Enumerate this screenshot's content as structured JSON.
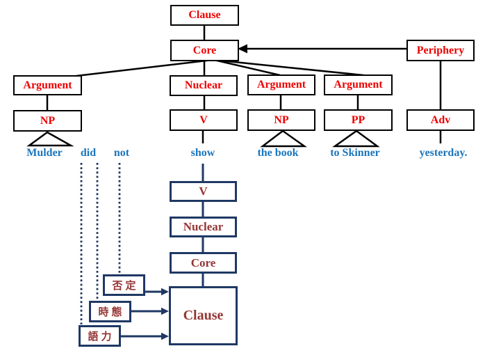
{
  "colors": {
    "node-red": "#ee0000",
    "word-blue": "#1b75bc",
    "op-maroon": "#943634",
    "line-black": "#000000",
    "line-navy": "#1f3864"
  },
  "constituent_projection": {
    "clause_label": "Clause",
    "core_label": "Core",
    "periphery_label": "Periphery",
    "argument1_label": "Argument",
    "nuclear_label": "Nuclear",
    "argument2_label": "Argument",
    "argument3_label": "Argument",
    "np1_label": "NP",
    "v_label": "V",
    "np2_label": "NP",
    "pp_label": "PP",
    "adv_label": "Adv"
  },
  "sentence": {
    "words": [
      "Mulder",
      "did",
      "not",
      "show",
      "the book",
      "to Skinner",
      "yesterday."
    ]
  },
  "operator_projection": {
    "v_label": "V",
    "nuclear_label": "Nuclear",
    "core_label": "Core",
    "clause_label": "Clause",
    "operators": {
      "negation": "否定",
      "tense": "時態",
      "illocutionary_force": "語力"
    }
  }
}
